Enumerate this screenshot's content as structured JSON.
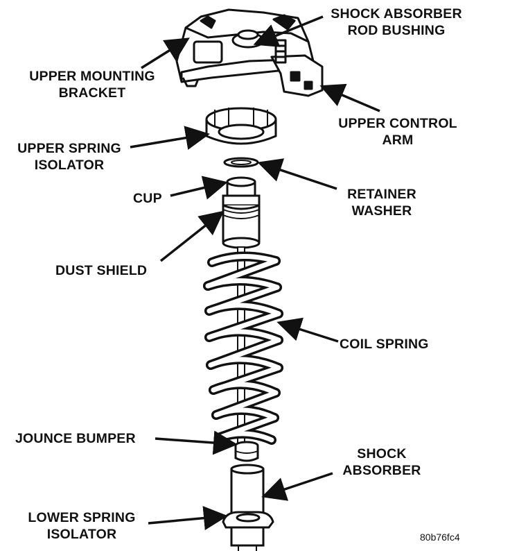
{
  "labels": {
    "shock_rod_bushing": [
      "SHOCK ABSORBER",
      "ROD BUSHING"
    ],
    "upper_mounting_bracket": [
      "UPPER MOUNTING",
      "BRACKET"
    ],
    "upper_control_arm": [
      "UPPER CONTROL",
      "ARM"
    ],
    "upper_spring_isolator": [
      "UPPER SPRING",
      "ISOLATOR"
    ],
    "cup": "CUP",
    "retainer_washer": [
      "RETAINER",
      "WASHER"
    ],
    "dust_shield": "DUST SHIELD",
    "coil_spring": "COIL SPRING",
    "jounce_bumper": "JOUNCE BUMPER",
    "shock_absorber": [
      "SHOCK",
      "ABSORBER"
    ],
    "lower_spring_isolator": [
      "LOWER SPRING",
      "ISOLATOR"
    ]
  },
  "figure_code": "80b76fc4"
}
